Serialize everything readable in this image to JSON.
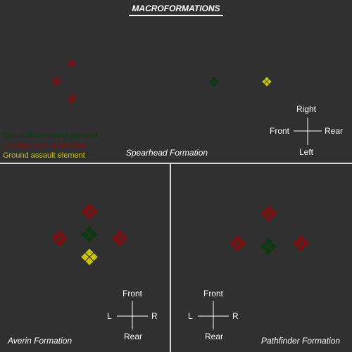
{
  "title": "MACROFORMATIONS",
  "colors": {
    "standoff": "#0d3a12",
    "combat": "#7a0f12",
    "ground": "#c9c400",
    "background": "#303030",
    "divider": "#d8d8d8",
    "text": "#ffffff"
  },
  "legend": {
    "standoff": "Standoff/command element",
    "combat": "Combat assault element",
    "ground": "Ground assault element"
  },
  "spearhead": {
    "caption": "Spearhead Formation",
    "compass": {
      "top": "Right",
      "left": "Front",
      "right": "Rear",
      "bottom": "Left"
    }
  },
  "averin": {
    "caption": "Averin Formation",
    "compass": {
      "top": "Front",
      "left": "L",
      "right": "R",
      "bottom": "Rear"
    }
  },
  "pathfinder": {
    "caption": "Pathfinder Formation",
    "compass": {
      "top": "Front",
      "left": "L",
      "right": "R",
      "bottom": "Rear"
    }
  }
}
